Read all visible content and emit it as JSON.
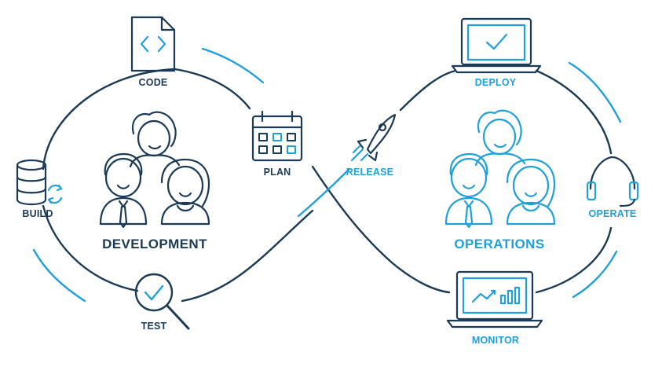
{
  "colors": {
    "dark": "#1b3a55",
    "accent": "#1ea0dc",
    "background": "#ffffff"
  },
  "development": {
    "title": "DEVELOPMENT",
    "stages": [
      {
        "label": "CODE",
        "icon": "code-file-icon"
      },
      {
        "label": "PLAN",
        "icon": "calendar-icon"
      },
      {
        "label": "BUILD",
        "icon": "database-sync-icon"
      },
      {
        "label": "TEST",
        "icon": "magnifier-check-icon"
      }
    ],
    "team_icon": "team-people-icon"
  },
  "operations": {
    "title": "OPERATIONS",
    "stages": [
      {
        "label": "RELEASE",
        "icon": "rocket-icon"
      },
      {
        "label": "DEPLOY",
        "icon": "laptop-check-icon"
      },
      {
        "label": "OPERATE",
        "icon": "headset-icon"
      },
      {
        "label": "MONITOR",
        "icon": "laptop-chart-icon"
      }
    ],
    "team_icon": "team-people-icon"
  }
}
